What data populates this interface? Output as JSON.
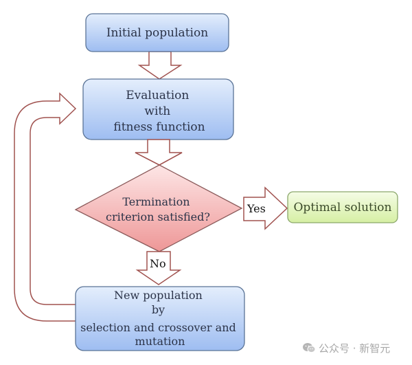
{
  "diagram": {
    "nodes": {
      "initial": {
        "lines": [
          "Initial population"
        ]
      },
      "evaluation": {
        "lines": [
          "Evaluation",
          "with",
          "fitness function"
        ]
      },
      "termination": {
        "lines": [
          "Termination",
          "criterion satisfied?"
        ]
      },
      "optimal": {
        "lines": [
          "Optimal solution"
        ]
      },
      "new_population": {
        "lines": [
          "New population",
          "by",
          "selection and crossover and",
          "mutation"
        ]
      }
    },
    "edges": {
      "yes_label": "Yes",
      "no_label": "No"
    },
    "colors": {
      "process_fill_top": "#dce8fb",
      "process_fill_bottom": "#9dbcf0",
      "process_stroke": "#5a7396",
      "decision_fill_top": "#fbe3e3",
      "decision_fill_bottom": "#ef9a9a",
      "decision_stroke": "#8a5a5a",
      "terminal_fill_top": "#f3fbe2",
      "terminal_fill_bottom": "#d8f0a6",
      "terminal_stroke": "#8aa66a",
      "arrow_stroke": "#a0524f"
    }
  },
  "watermark": {
    "icon": "wechat-icon",
    "text": "公众号 · 新智元"
  }
}
